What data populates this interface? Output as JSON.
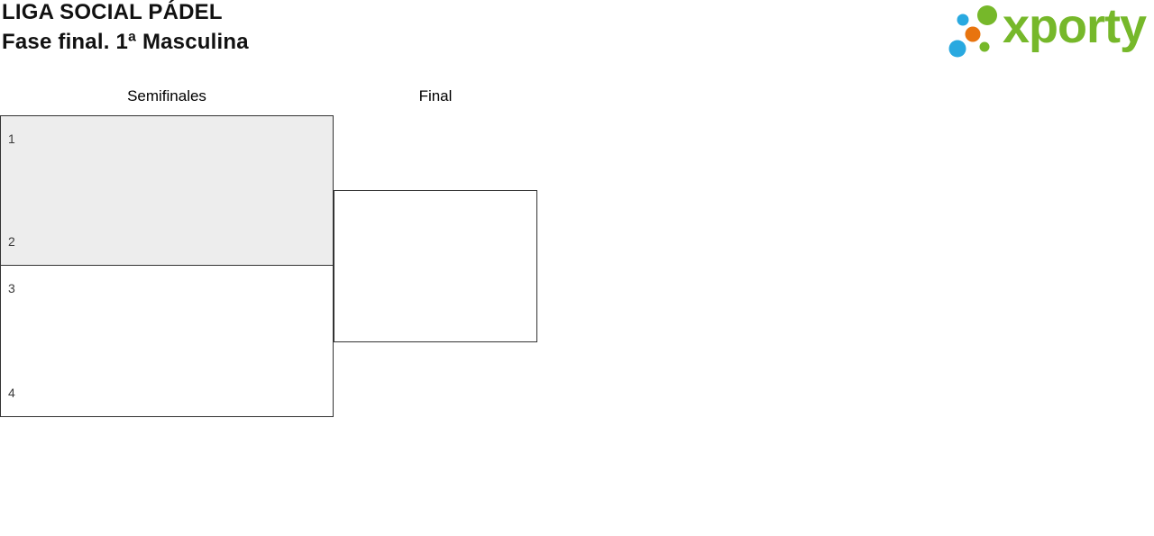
{
  "header": {
    "title": "LIGA SOCIAL PÁDEL",
    "subtitle": "Fase final. 1ª Masculina"
  },
  "logo": {
    "text": "xporty",
    "text_color": "#76b82a",
    "dot_colors": {
      "green": "#76b82a",
      "blue": "#29a9e0",
      "orange": "#e8740e"
    }
  },
  "bracket": {
    "rounds": [
      {
        "label": "Semifinales",
        "matches": [
          {
            "highlighted": true,
            "slots": [
              {
                "seed": "1"
              },
              {
                "seed": "2"
              }
            ]
          },
          {
            "highlighted": false,
            "slots": [
              {
                "seed": "3"
              },
              {
                "seed": "4"
              }
            ]
          }
        ]
      },
      {
        "label": "Final",
        "matches": [
          {
            "highlighted": false,
            "slots": [
              {
                "seed": ""
              },
              {
                "seed": ""
              }
            ]
          }
        ]
      }
    ]
  },
  "colors": {
    "highlight_fill": "#ededed",
    "box_border": "#333333",
    "seed_text": "#3a3a3a"
  }
}
